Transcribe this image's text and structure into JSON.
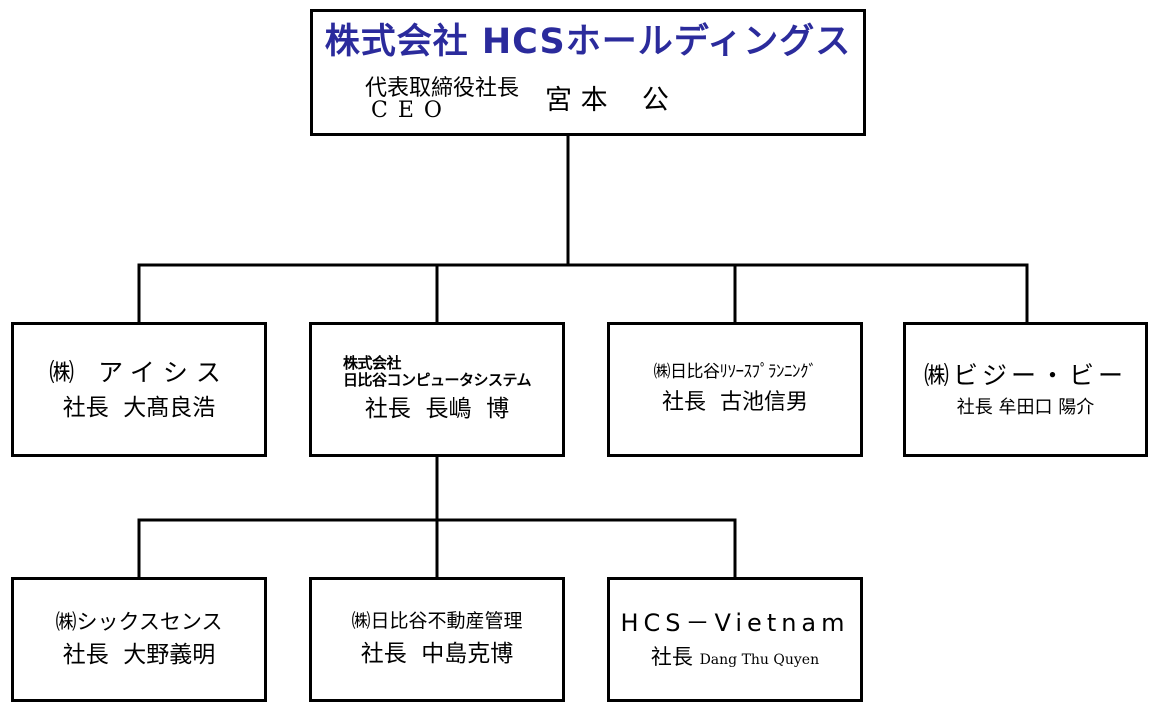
{
  "org_chart": {
    "holding": {
      "logo_text": "株式会社 HCSホールディングス",
      "title_jp": "代表取締役社長",
      "title_en": "CEO",
      "name": "宮 本    公"
    },
    "subsidiaries": [
      {
        "company": "㈱ アイシス",
        "president": "社長  大髙良浩"
      },
      {
        "logo_line1": "株式会社",
        "logo_line2": "日比谷コンピュータシステム",
        "president": "社長  長嶋  博"
      },
      {
        "company": "㈱日比谷ﾘｿｰｽﾌﾟﾗﾝﾆﾝｸﾞ",
        "president": "社長  古池信男"
      },
      {
        "company": "㈱ビジー・ビー",
        "president": "社長 牟田口 陽介"
      }
    ],
    "sub_subsidiaries": [
      {
        "company": "㈱シックスセンス",
        "president": "社長  大野義明"
      },
      {
        "company": "㈱日比谷不動産管理",
        "president": "社長  中島克博"
      },
      {
        "company": "HCS－Vietnam",
        "president_title": "社長",
        "president_name": "Dang Thu Quyen"
      }
    ]
  }
}
